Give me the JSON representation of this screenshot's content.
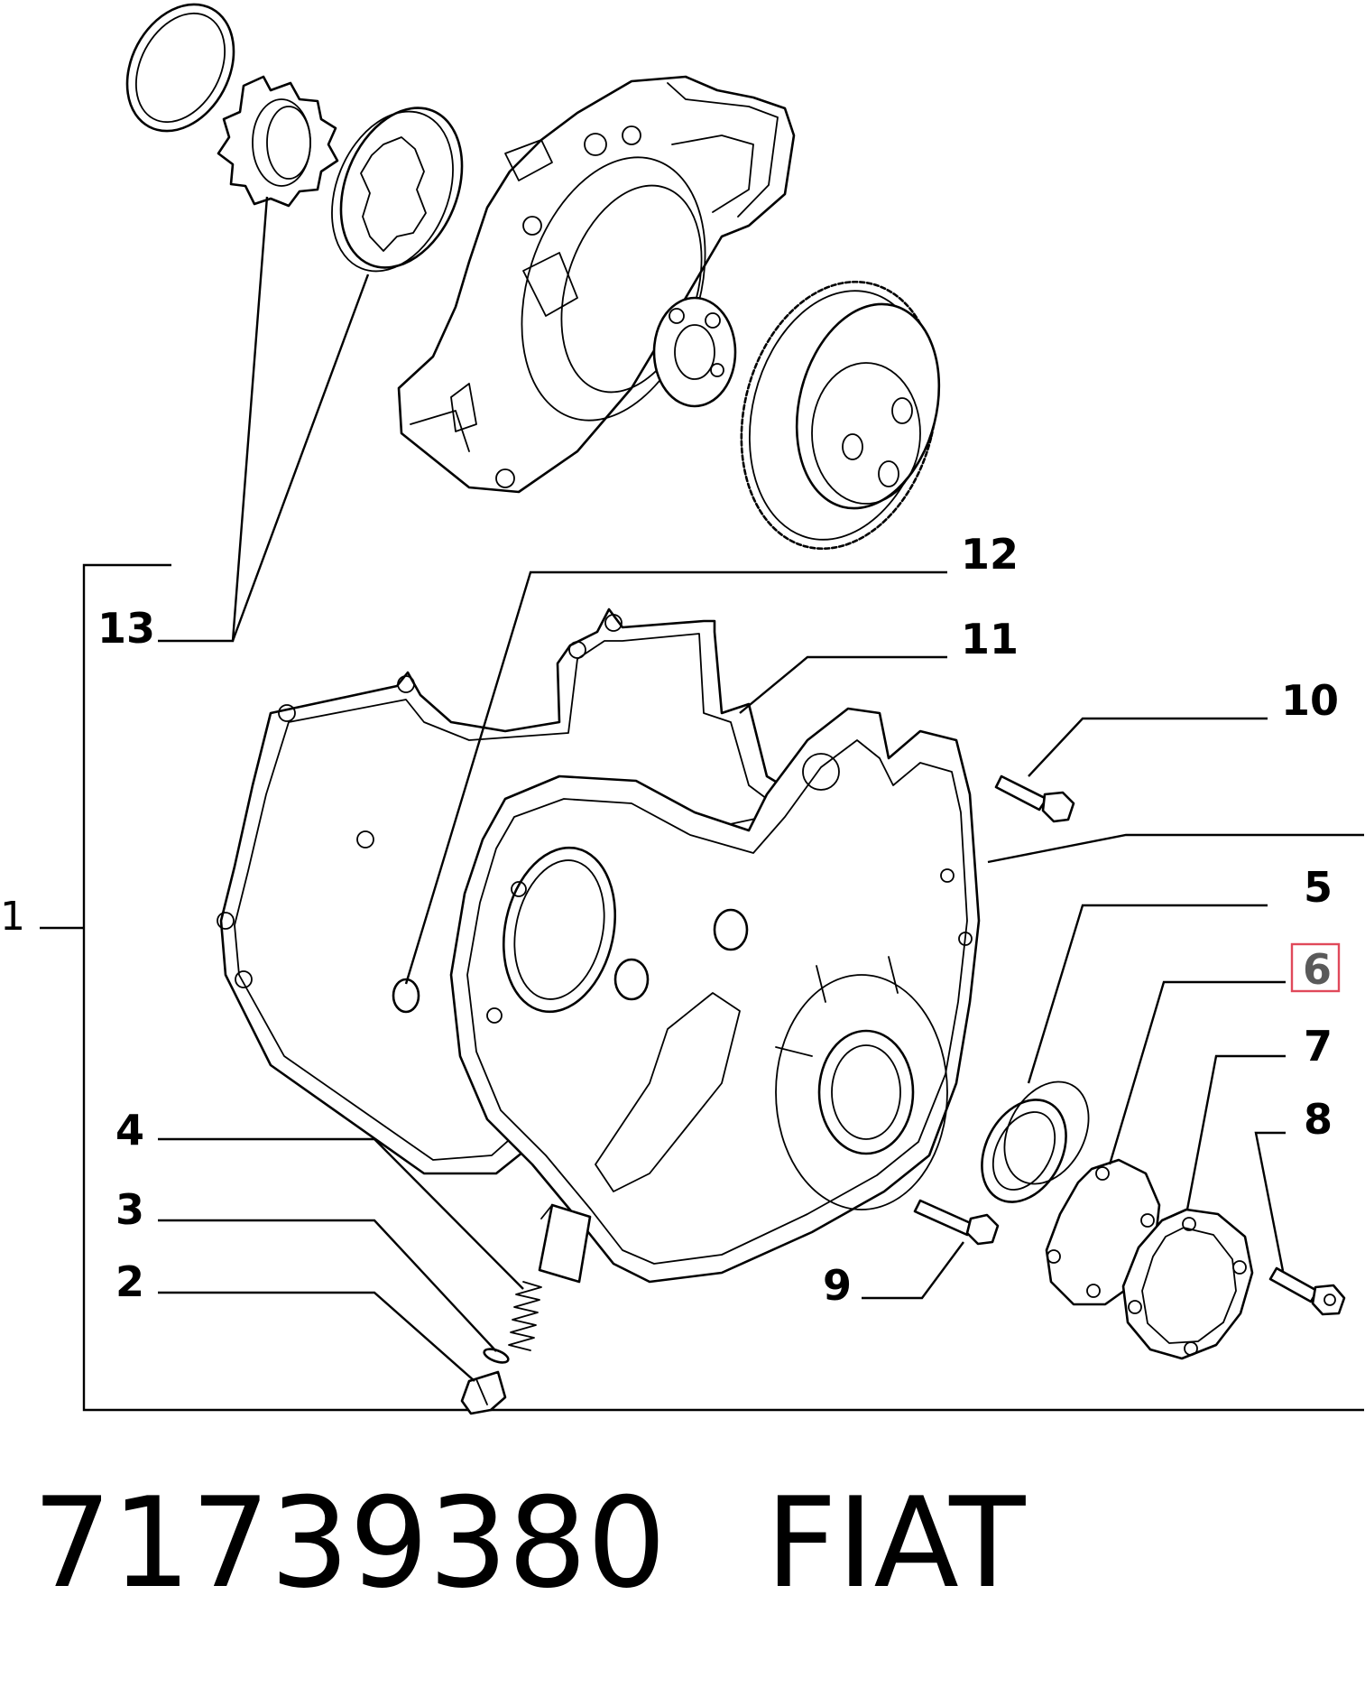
{
  "diagram": {
    "group_label": "1",
    "callouts": [
      {
        "id": "c2",
        "text": "2"
      },
      {
        "id": "c3",
        "text": "3"
      },
      {
        "id": "c4",
        "text": "4"
      },
      {
        "id": "c5",
        "text": "5"
      },
      {
        "id": "c6",
        "text": "6",
        "highlighted": true
      },
      {
        "id": "c7",
        "text": "7"
      },
      {
        "id": "c8",
        "text": "8"
      },
      {
        "id": "c9",
        "text": "9"
      },
      {
        "id": "c10",
        "text": "10"
      },
      {
        "id": "c11",
        "text": "11"
      },
      {
        "id": "c12",
        "text": "12"
      },
      {
        "id": "c13",
        "text": "13"
      }
    ],
    "highlight_color": "#e0495a",
    "line_color": "#000000"
  },
  "footer": {
    "part_number": "71739380",
    "brand": "FIAT"
  }
}
